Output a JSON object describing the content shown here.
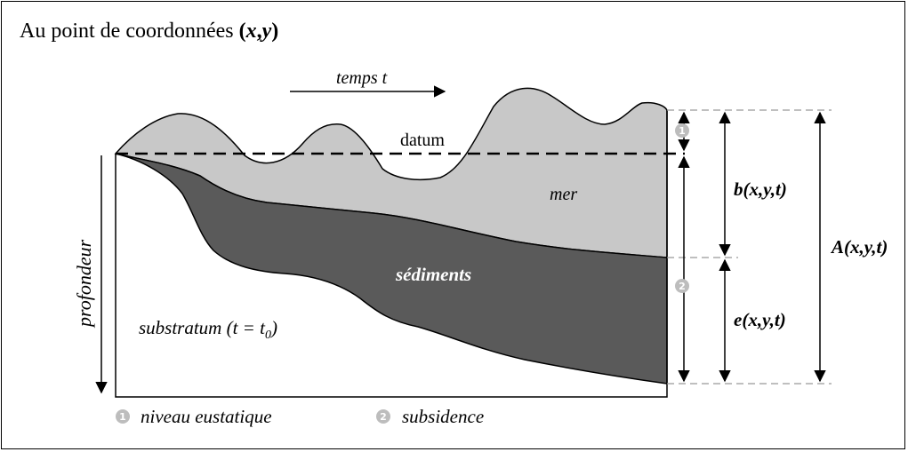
{
  "title": {
    "text": "Au point de coordonnées ",
    "open": "(",
    "x": "x",
    "comma": ",",
    "y": "y",
    "close": ")"
  },
  "labels": {
    "temps": "temps t",
    "datum": "datum",
    "mer": "mer",
    "sediments": "sédiments",
    "profondeur": "profondeur",
    "substratum_prefix": "substratum (t = t",
    "substratum_sub": "0",
    "substratum_suffix": ")"
  },
  "dimensions": {
    "b": {
      "var": "b",
      "args": "(x,y,t)"
    },
    "e": {
      "var": "e",
      "args": "(x,y,t)"
    },
    "A": {
      "var": "A",
      "args": "(x,y,t)"
    }
  },
  "markers": {
    "m1": "1",
    "m2": "2"
  },
  "legend": [
    {
      "num": "1",
      "label": "niveau eustatique"
    },
    {
      "num": "2",
      "label": "subsidence"
    }
  ],
  "colors": {
    "sea": "#c8c8c8",
    "sediment": "#5a5a5a",
    "marker": "#bdbdbd",
    "dashed": "#999999"
  }
}
